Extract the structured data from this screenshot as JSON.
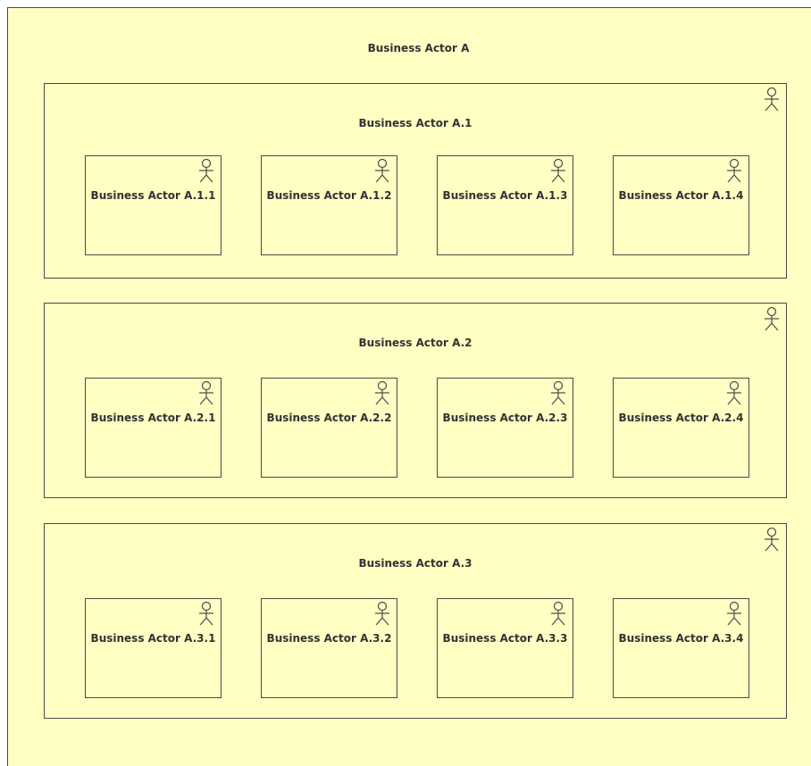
{
  "colors": {
    "fill": "#ffffc4",
    "border": "#4a4a4a",
    "text": "#333333"
  },
  "icon": "business-actor-icon",
  "diagram": {
    "root": {
      "label": "Business Actor A",
      "groups": [
        {
          "label": "Business Actor A.1",
          "children": [
            {
              "label": "Business Actor A.1.1"
            },
            {
              "label": "Business Actor A.1.2"
            },
            {
              "label": "Business Actor A.1.3"
            },
            {
              "label": "Business Actor A.1.4"
            }
          ]
        },
        {
          "label": "Business Actor A.2",
          "children": [
            {
              "label": "Business Actor A.2.1"
            },
            {
              "label": "Business Actor A.2.2"
            },
            {
              "label": "Business Actor A.2.3"
            },
            {
              "label": "Business Actor A.2.4"
            }
          ]
        },
        {
          "label": "Business Actor A.3",
          "children": [
            {
              "label": "Business Actor A.3.1"
            },
            {
              "label": "Business Actor A.3.2"
            },
            {
              "label": "Business Actor A.3.3"
            },
            {
              "label": "Business Actor A.3.4"
            }
          ]
        }
      ]
    }
  }
}
